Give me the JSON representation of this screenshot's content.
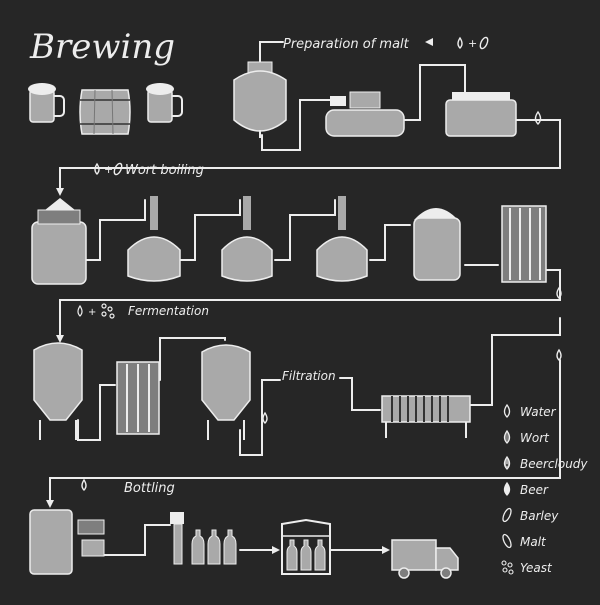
{
  "title": "Brewing",
  "stages": {
    "malt": "Preparation of malt",
    "boiling": "Wort boiling",
    "fermentation": "Fermentation",
    "filtration": "Filtration",
    "bottling": "Bottling"
  },
  "legend": [
    {
      "icon": "water-drop-icon",
      "label": "Water"
    },
    {
      "icon": "wort-drop-icon",
      "label": "Wort"
    },
    {
      "icon": "beer-cloudy-drop-icon",
      "label": "Beercloudy"
    },
    {
      "icon": "beer-drop-icon",
      "label": "Beer"
    },
    {
      "icon": "barley-grain-icon",
      "label": "Barley"
    },
    {
      "icon": "malt-grain-icon",
      "label": "Malt"
    },
    {
      "icon": "yeast-icon",
      "label": "Yeast"
    }
  ],
  "colors": {
    "background": "#262626",
    "chalk": "#ededed",
    "equipment": "#a9a9a9",
    "equipment_dark": "#7e7e7e"
  }
}
